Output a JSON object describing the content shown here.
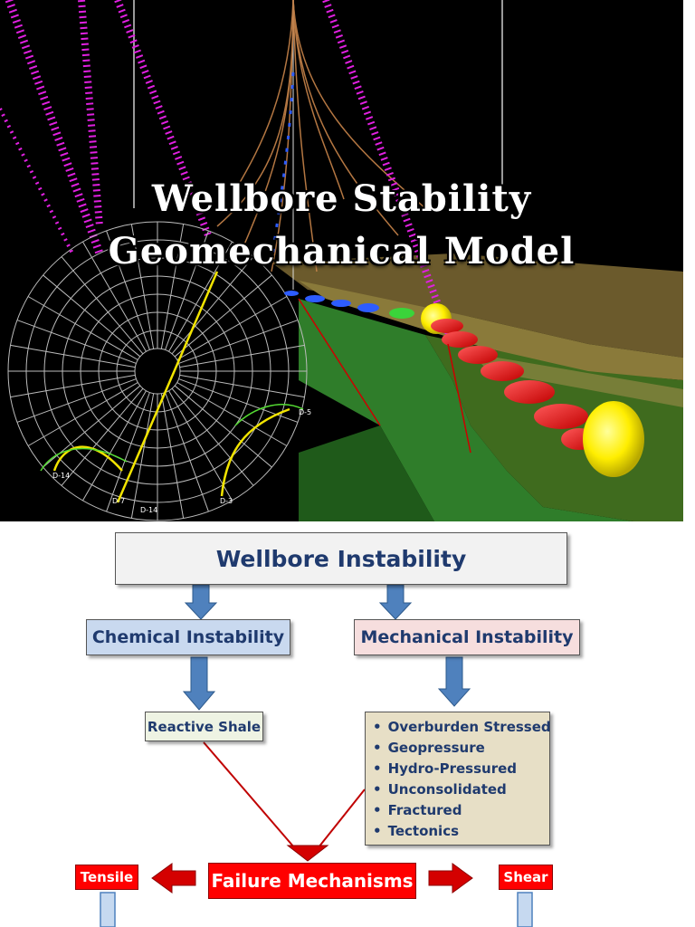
{
  "hero": {
    "title_line1": "Wellbore Stability",
    "title_line2": "Geomechanical Model",
    "well_labels": [
      "D-14",
      "D-7",
      "D-14",
      "D-5",
      "D-3"
    ]
  },
  "diagram": {
    "root": "Wellbore Instability",
    "chemical": "Chemical Instability",
    "mechanical": "Mechanical Instability",
    "reactive_shale": "Reactive Shale",
    "mechanical_causes": [
      "Overburden Stressed",
      "Geopressure",
      "Hydro-Pressured",
      "Unconsolidated",
      "Fractured",
      "Tectonics"
    ],
    "failure": "Failure Mechanisms",
    "tensile": "Tensile",
    "shear": "Shear"
  },
  "colors": {
    "title_navy": "#1f3a6e",
    "arrow_blue": "#4f81bd",
    "failure_red": "#ff0000",
    "chem_fill": "#c9d9ef",
    "mech_fill": "#f6dede",
    "shale_fill": "#eef3e3",
    "causes_fill": "#e7dfc6"
  }
}
